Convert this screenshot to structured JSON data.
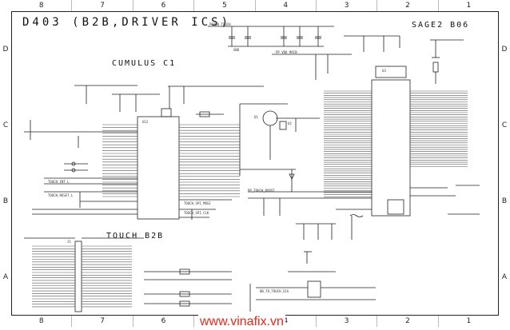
{
  "page_title": "D403 (B2B,DRIVER ICS)",
  "sections": {
    "sage": "SAGE2 B06",
    "cumulus": "CUMULUS C1",
    "touch": "TOUCH B2B"
  },
  "zones": {
    "columns": [
      "8",
      "7",
      "6",
      "5",
      "4",
      "3",
      "2",
      "1"
    ],
    "rows": [
      "D",
      "C",
      "B",
      "A"
    ]
  },
  "labels": {
    "u_cumulus": "U12",
    "u_sage": "U3",
    "u_mosfet": "Q1",
    "u_small": "U2",
    "conn_touch": "J1",
    "net_pp": "PP3V0_TOUCH",
    "net_vdd": "PP_VDD_MAIN",
    "net_gnd": "GND",
    "net_spi": "TOUCH_SPI_MOSI",
    "net_clk": "TOUCH_SPI_CLK",
    "net_int": "TOUCH_INT_L",
    "net_rst": "TOUCH_RESET_L",
    "net_boost": "PP_TOUCH_BOOST",
    "net_bb": "BB_TO_TOUCH_SIG"
  },
  "watermark": "www.vinafix.vn"
}
